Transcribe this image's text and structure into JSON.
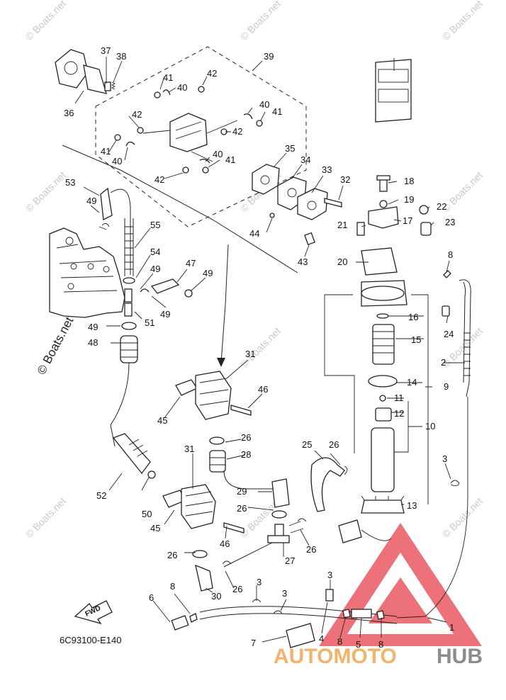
{
  "drawing_code": "6C93100-E140",
  "direction_label": "FWD",
  "watermark": "© Boats.net",
  "logo": {
    "part1": "AUTOMOTO",
    "part2": "HUB",
    "colors": {
      "triangle": "#e8424b",
      "part1": "#f2b36b",
      "part2": "#8c8c8c"
    }
  },
  "callouts": [
    "1",
    "2",
    "3",
    "3",
    "3",
    "3",
    "4",
    "5",
    "6",
    "7",
    "8",
    "8",
    "8",
    "8",
    "9",
    "10",
    "11",
    "12",
    "13",
    "14",
    "15",
    "16",
    "17",
    "18",
    "19",
    "20",
    "21",
    "22",
    "23",
    "24",
    "25",
    "26",
    "26",
    "26",
    "26",
    "26",
    "26",
    "27",
    "28",
    "29",
    "30",
    "31",
    "31",
    "32",
    "33",
    "34",
    "35",
    "36",
    "37",
    "38",
    "39",
    "40",
    "40",
    "40",
    "40",
    "41",
    "41",
    "41",
    "41",
    "42",
    "42",
    "42",
    "42",
    "43",
    "44",
    "45",
    "45",
    "46",
    "46",
    "47",
    "48",
    "49",
    "49",
    "49",
    "49",
    "49",
    "50",
    "51",
    "52",
    "53",
    "54",
    "55"
  ]
}
